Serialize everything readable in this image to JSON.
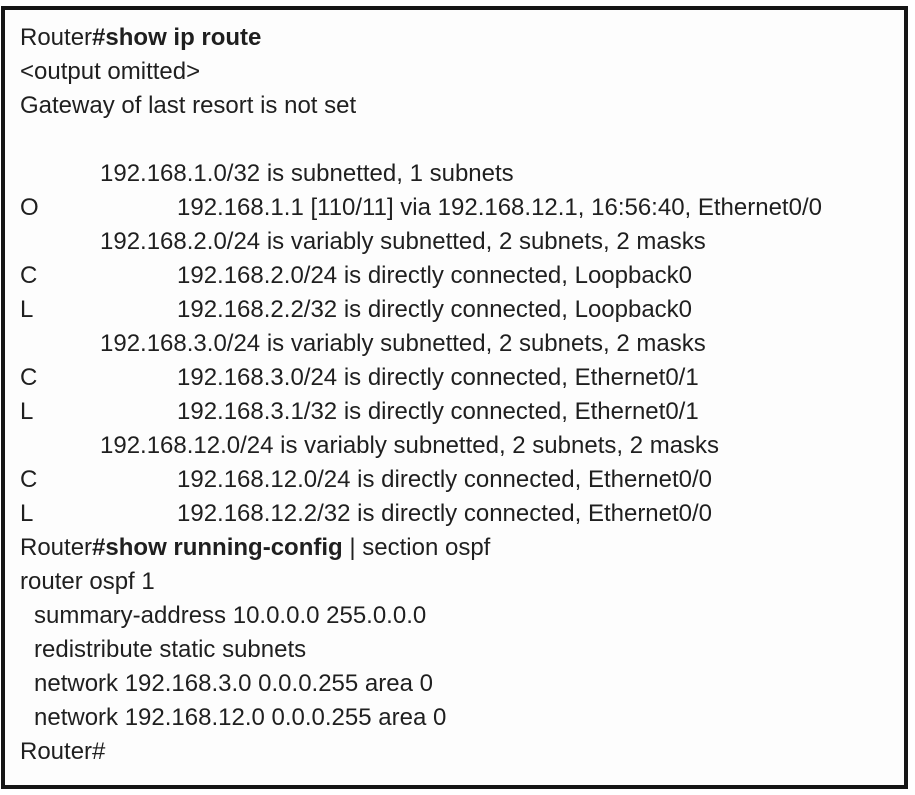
{
  "exhibit": {
    "kind": "router-cli-output",
    "colors": {
      "background": "#ffffff",
      "panel_background": "#fdfdfd",
      "border": "#151515",
      "text": "#1f1f1f"
    },
    "prompt": "Router#",
    "commands": [
      "show ip route",
      "show running-config | section ospf"
    ],
    "lines": [
      {
        "level": "base",
        "code": "",
        "segments": [
          {
            "text": "Router",
            "bold": false
          },
          {
            "text": "#show ip route",
            "bold": true
          }
        ]
      },
      {
        "level": "base",
        "code": "",
        "segments": [
          {
            "text": "<output omitted>",
            "bold": false
          }
        ]
      },
      {
        "level": "base",
        "code": "",
        "segments": [
          {
            "text": "Gateway of last resort is not set",
            "bold": false
          }
        ]
      },
      {
        "level": "base",
        "code": "",
        "segments": []
      },
      {
        "level": "summary",
        "code": "",
        "segments": [
          {
            "text": "192.168.1.0/32 is subnetted, 1 subnets",
            "bold": false
          }
        ]
      },
      {
        "level": "route",
        "code": "O",
        "segments": [
          {
            "text": "192.168.1.1 [110/11] via 192.168.12.1, 16:56:40, Ethernet0/0",
            "bold": false
          }
        ]
      },
      {
        "level": "summary",
        "code": "",
        "segments": [
          {
            "text": "192.168.2.0/24 is variably subnetted, 2 subnets, 2 masks",
            "bold": false
          }
        ]
      },
      {
        "level": "route",
        "code": "C",
        "segments": [
          {
            "text": "192.168.2.0/24 is directly connected, Loopback0",
            "bold": false
          }
        ]
      },
      {
        "level": "route",
        "code": "L",
        "segments": [
          {
            "text": "192.168.2.2/32 is directly connected, Loopback0",
            "bold": false
          }
        ]
      },
      {
        "level": "summary",
        "code": "",
        "segments": [
          {
            "text": "192.168.3.0/24 is variably subnetted, 2 subnets, 2 masks",
            "bold": false
          }
        ]
      },
      {
        "level": "route",
        "code": "C",
        "segments": [
          {
            "text": "192.168.3.0/24 is directly connected, Ethernet0/1",
            "bold": false
          }
        ]
      },
      {
        "level": "route",
        "code": "L",
        "segments": [
          {
            "text": "192.168.3.1/32 is directly connected, Ethernet0/1",
            "bold": false
          }
        ]
      },
      {
        "level": "summary",
        "code": "",
        "segments": [
          {
            "text": "192.168.12.0/24 is variably subnetted, 2 subnets, 2 masks",
            "bold": false
          }
        ]
      },
      {
        "level": "route",
        "code": "C",
        "segments": [
          {
            "text": "192.168.12.0/24 is directly connected, Ethernet0/0",
            "bold": false
          }
        ]
      },
      {
        "level": "route",
        "code": "L",
        "segments": [
          {
            "text": "192.168.12.2/32 is directly connected, Ethernet0/0",
            "bold": false
          }
        ]
      },
      {
        "level": "base",
        "code": "",
        "segments": [
          {
            "text": "Router",
            "bold": false
          },
          {
            "text": "#show running-config",
            "bold": true
          },
          {
            "text": " | section ospf",
            "bold": false
          }
        ]
      },
      {
        "level": "base",
        "code": "",
        "segments": [
          {
            "text": "router ospf 1",
            "bold": false
          }
        ]
      },
      {
        "level": "config",
        "code": "",
        "segments": [
          {
            "text": "summary-address 10.0.0.0 255.0.0.0",
            "bold": false
          }
        ]
      },
      {
        "level": "config",
        "code": "",
        "segments": [
          {
            "text": "redistribute static subnets",
            "bold": false
          }
        ]
      },
      {
        "level": "config",
        "code": "",
        "segments": [
          {
            "text": "network 192.168.3.0 0.0.0.255 area 0",
            "bold": false
          }
        ]
      },
      {
        "level": "config",
        "code": "",
        "segments": [
          {
            "text": "network 192.168.12.0 0.0.0.255 area 0",
            "bold": false
          }
        ]
      },
      {
        "level": "base",
        "code": "",
        "segments": [
          {
            "text": "Router#",
            "bold": false
          }
        ]
      }
    ]
  }
}
